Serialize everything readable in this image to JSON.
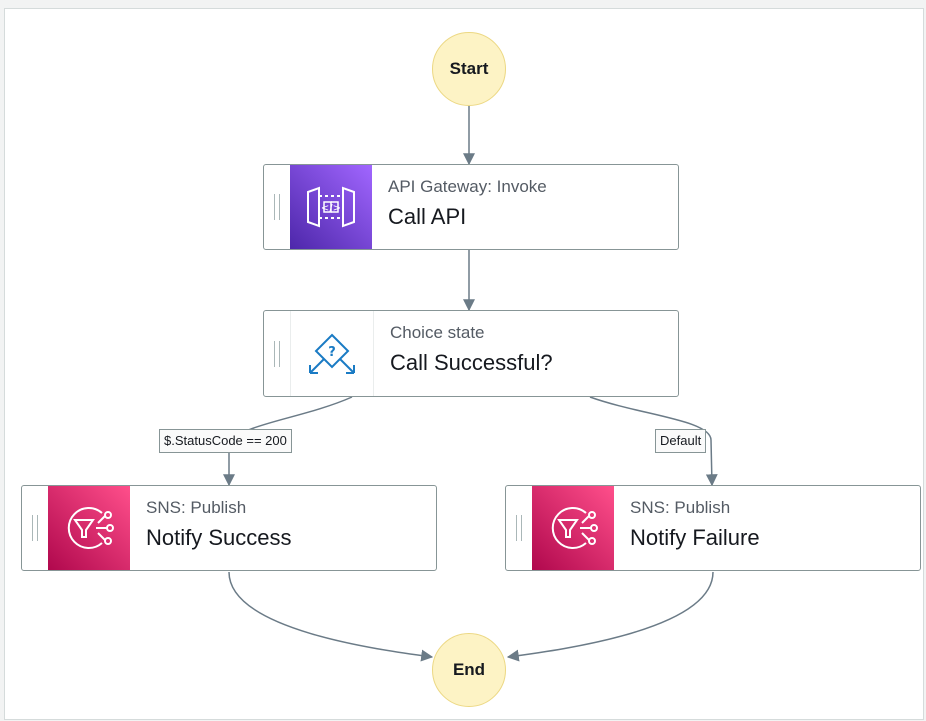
{
  "nodes": {
    "start": "Start",
    "end": "End",
    "call_api": {
      "kind": "API Gateway: Invoke",
      "name": "Call API",
      "icon": "api-gateway-icon"
    },
    "choice": {
      "kind": "Choice state",
      "name": "Call Successful?",
      "icon": "choice-state-icon"
    },
    "notify_success": {
      "kind": "SNS: Publish",
      "name": "Notify Success",
      "icon": "sns-icon"
    },
    "notify_failure": {
      "kind": "SNS: Publish",
      "name": "Notify Failure",
      "icon": "sns-icon"
    }
  },
  "edges": {
    "success_condition": "$.StatusCode == 200",
    "default": "Default"
  },
  "colors": {
    "api_gateway": "#7b3fe4",
    "sns": "#e7157b",
    "choice": "#1a7bc4",
    "terminal_fill": "#fdf3c5",
    "edge": "#6b7b87"
  }
}
